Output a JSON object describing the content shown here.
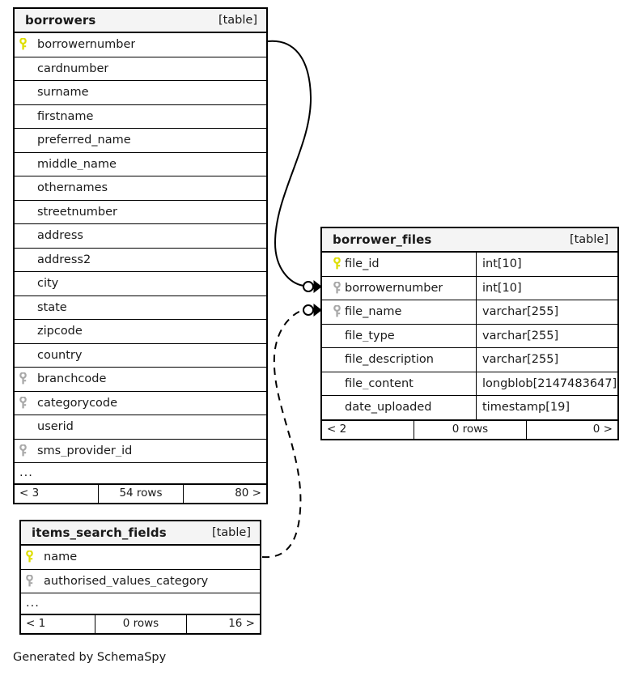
{
  "diagram": {
    "caption": "Generated by SchemaSpy",
    "table_tag": "[table]",
    "ellipsis": "...",
    "rows_suffix": "rows",
    "colors": {
      "primary_key_icon": "#dede00",
      "foreign_key_icon": "#a8a8a8",
      "header_background": "#f4f4f4",
      "border": "#000000",
      "edge": "#000000",
      "text": "#1a1a1a",
      "page_background": "#ffffff"
    }
  },
  "tables": {
    "borrowers": {
      "name": "borrowers",
      "tag": "[table]",
      "columns": [
        {
          "name": "borrowernumber",
          "key": "primary"
        },
        {
          "name": "cardnumber",
          "key": "none"
        },
        {
          "name": "surname",
          "key": "none"
        },
        {
          "name": "firstname",
          "key": "none"
        },
        {
          "name": "preferred_name",
          "key": "none"
        },
        {
          "name": "middle_name",
          "key": "none"
        },
        {
          "name": "othernames",
          "key": "none"
        },
        {
          "name": "streetnumber",
          "key": "none"
        },
        {
          "name": "address",
          "key": "none"
        },
        {
          "name": "address2",
          "key": "none"
        },
        {
          "name": "city",
          "key": "none"
        },
        {
          "name": "state",
          "key": "none"
        },
        {
          "name": "zipcode",
          "key": "none"
        },
        {
          "name": "country",
          "key": "none"
        },
        {
          "name": "branchcode",
          "key": "foreign"
        },
        {
          "name": "categorycode",
          "key": "foreign"
        },
        {
          "name": "userid",
          "key": "none"
        },
        {
          "name": "sms_provider_id",
          "key": "foreign"
        }
      ],
      "more_indicator": "...",
      "footer": {
        "prev": "< 3",
        "rows": "54 rows",
        "next": "80 >"
      }
    },
    "borrower_files": {
      "name": "borrower_files",
      "tag": "[table]",
      "columns": [
        {
          "name": "file_id",
          "type": "int[10]",
          "key": "primary"
        },
        {
          "name": "borrowernumber",
          "type": "int[10]",
          "key": "foreign"
        },
        {
          "name": "file_name",
          "type": "varchar[255]",
          "key": "foreign"
        },
        {
          "name": "file_type",
          "type": "varchar[255]",
          "key": "none"
        },
        {
          "name": "file_description",
          "type": "varchar[255]",
          "key": "none"
        },
        {
          "name": "file_content",
          "type": "longblob[2147483647]",
          "key": "none"
        },
        {
          "name": "date_uploaded",
          "type": "timestamp[19]",
          "key": "none"
        }
      ],
      "footer": {
        "prev": "< 2",
        "rows": "0 rows",
        "next": "0 >"
      }
    },
    "items_search_fields": {
      "name": "items_search_fields",
      "tag": "[table]",
      "columns": [
        {
          "name": "name",
          "key": "primary"
        },
        {
          "name": "authorised_values_category",
          "key": "foreign"
        }
      ],
      "more_indicator": "...",
      "footer": {
        "prev": "< 1",
        "rows": "0 rows",
        "next": "16 >"
      }
    }
  },
  "relationships": [
    {
      "id": "rel-borrowers-to-borrower-files",
      "from_table": "borrowers",
      "from_column": "borrowernumber",
      "to_table": "borrower_files",
      "to_column": "borrowernumber",
      "style": "solid",
      "cardinality": "zero-or-many"
    },
    {
      "id": "rel-items-search-fields-to-borrower-files",
      "from_table": "items_search_fields",
      "from_column": "name",
      "to_table": "borrower_files",
      "to_column": "file_name",
      "style": "dashed",
      "cardinality": "zero-or-many"
    }
  ]
}
